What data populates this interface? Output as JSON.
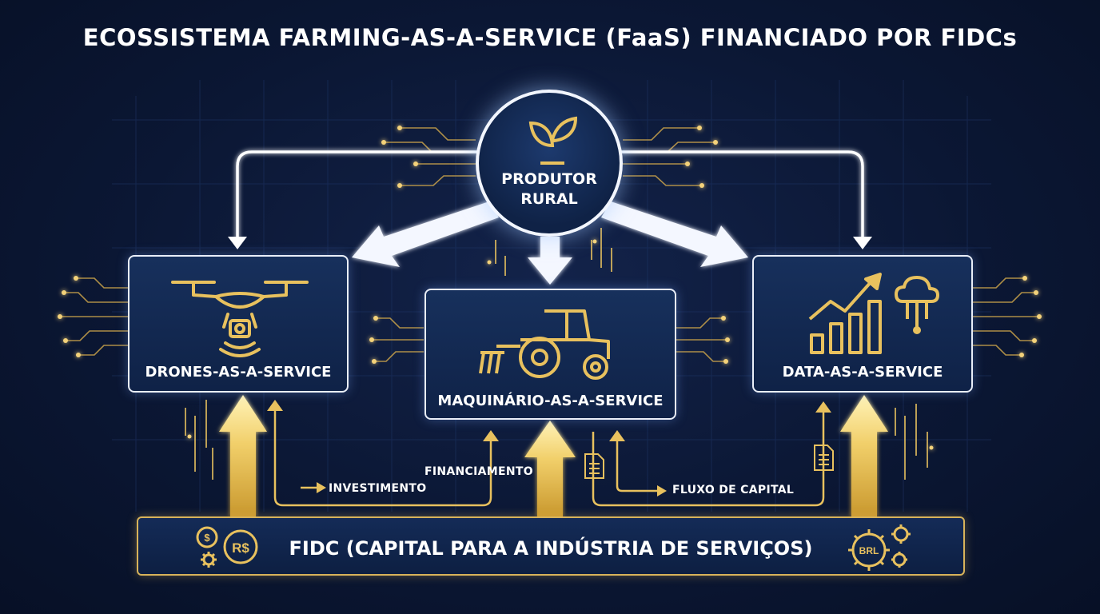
{
  "title": "ECOSSISTEMA FARMING-AS-A-SERVICE (FaaS) FINANCIADO POR FIDCs",
  "hub": {
    "label_line1": "PRODUTOR",
    "label_line2": "RURAL",
    "icon": "sprout-icon"
  },
  "services": [
    {
      "label": "DRONES-AS-A-SERVICE",
      "icon": "drone-icon"
    },
    {
      "label": "MAQUINÁRIO-AS-A-SERVICE",
      "icon": "tractor-icon"
    },
    {
      "label": "DATA-AS-A-SERVICE",
      "icon": "chart-cloud-icon"
    }
  ],
  "flows": {
    "investimento": "INVESTIMENTO",
    "financiamento": "FINANCIAMENTO",
    "fluxo_capital": "FLUXO DE CAPITAL"
  },
  "fidc": {
    "label": "FIDC (CAPITAL PARA A INDÚSTRIA DE SERVIÇOS)",
    "left_icons": [
      "dollar-coin-icon",
      "real-coin-icon",
      "gear-icon"
    ],
    "left_coin_text": "R$",
    "left_small_coin_text": "$",
    "right_icons": [
      "brl-gear-icon",
      "gear-icon"
    ],
    "right_coin_text": "BRL"
  },
  "colors": {
    "background": "#0b1734",
    "gold": "#e8c15e",
    "white": "#ffffff",
    "card_border": "#e9eef8"
  }
}
